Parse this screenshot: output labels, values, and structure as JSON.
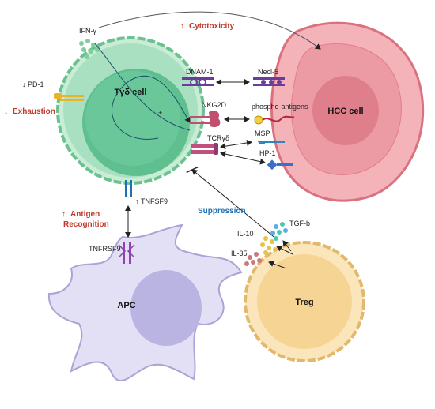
{
  "colors": {
    "tcell": "#8fd6b1",
    "tcell_nucleus": "#4fb58a",
    "hcc": "#f2a6ad",
    "hcc_nucleus": "#e07f8b",
    "apc": "#d9d6f0",
    "apc_nucleus": "#b8b3e0",
    "treg": "#f6d8a0",
    "treg_nucleus": "#f3cd86",
    "up_arrow": "#c0392b",
    "down_arrow": "#c0392b",
    "suppression": "#1f6fb5"
  },
  "cells": {
    "tgd": "Tγδ cell",
    "hcc": "HCC cell",
    "apc": "APC",
    "treg": "Treg"
  },
  "effects": {
    "cytotoxicity": "Cytotoxicity",
    "exhaustion": "Exhaustion",
    "antigen_line1": "Antigen",
    "antigen_line2": "Recognition",
    "suppression": "Suppression"
  },
  "molecules": {
    "ifng": "IFN-γ",
    "pd1": "PD-1",
    "dnam1": "DNAM-1",
    "necl5": "Necl-5",
    "nkg2d": "NKG2D",
    "phosphoantigens": "phospho-antigens",
    "tcrgd": "TCRγδ",
    "msp": "MSP",
    "hp1": "HP-1",
    "tnfsf9": "TNFSF9",
    "tnfrsf9": "TNFRSF9",
    "il10": "IL-10",
    "il35": "IL-35",
    "tgfb": "TGF-b"
  },
  "symbols": {
    "plus": "+",
    "up": "↑",
    "down": "↓"
  }
}
